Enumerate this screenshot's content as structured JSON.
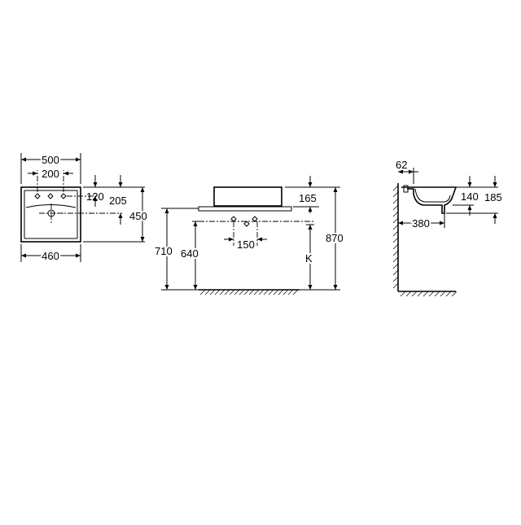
{
  "dimensions": {
    "front_width": "500",
    "front_hole_spacing": "200",
    "front_base_width": "460",
    "front_top_to_holes": "120",
    "front_top_to_drain": "205",
    "front_depth": "450",
    "mid_basin_height": "165",
    "mid_hole_spacing": "150",
    "mid_floor_to_counter": "710",
    "mid_floor_to_holes": "640",
    "mid_variable": "K",
    "mid_floor_to_top": "870",
    "side_rim_offset": "62",
    "side_drain_depth": "140",
    "side_total_depth": "185",
    "side_projection": "380"
  }
}
